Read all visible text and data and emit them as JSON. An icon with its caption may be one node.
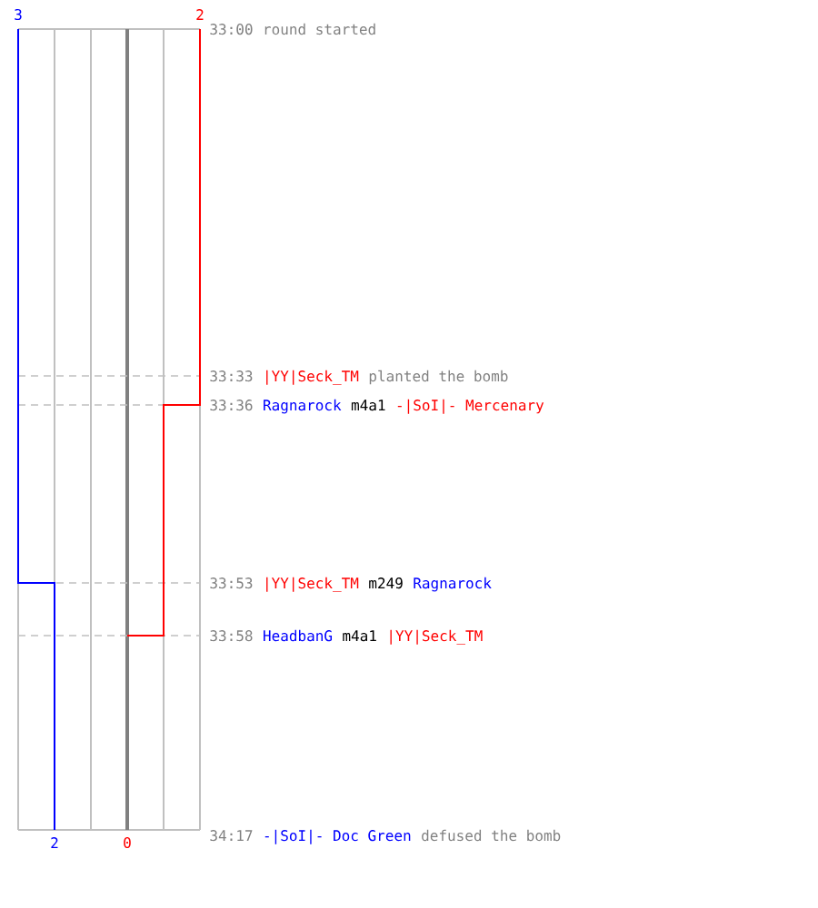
{
  "diagram": {
    "labels": [
      "3",
      "2",
      "33:00",
      "round started",
      "33:33",
      "|YY|Seck_TM",
      "planted the bomb",
      "33:36",
      "Ragnarock",
      "m4a1",
      "-|SoI|- Mercenary",
      "33:53",
      "|YY|Seck_TM",
      "m249",
      "Ragnarock",
      "33:58",
      "HeadbanG",
      "m4a1",
      "|YY|Seck_TM",
      "2",
      "0",
      "34:17",
      "-|SoI|- Doc Green",
      "defused the bomb"
    ]
  }
}
